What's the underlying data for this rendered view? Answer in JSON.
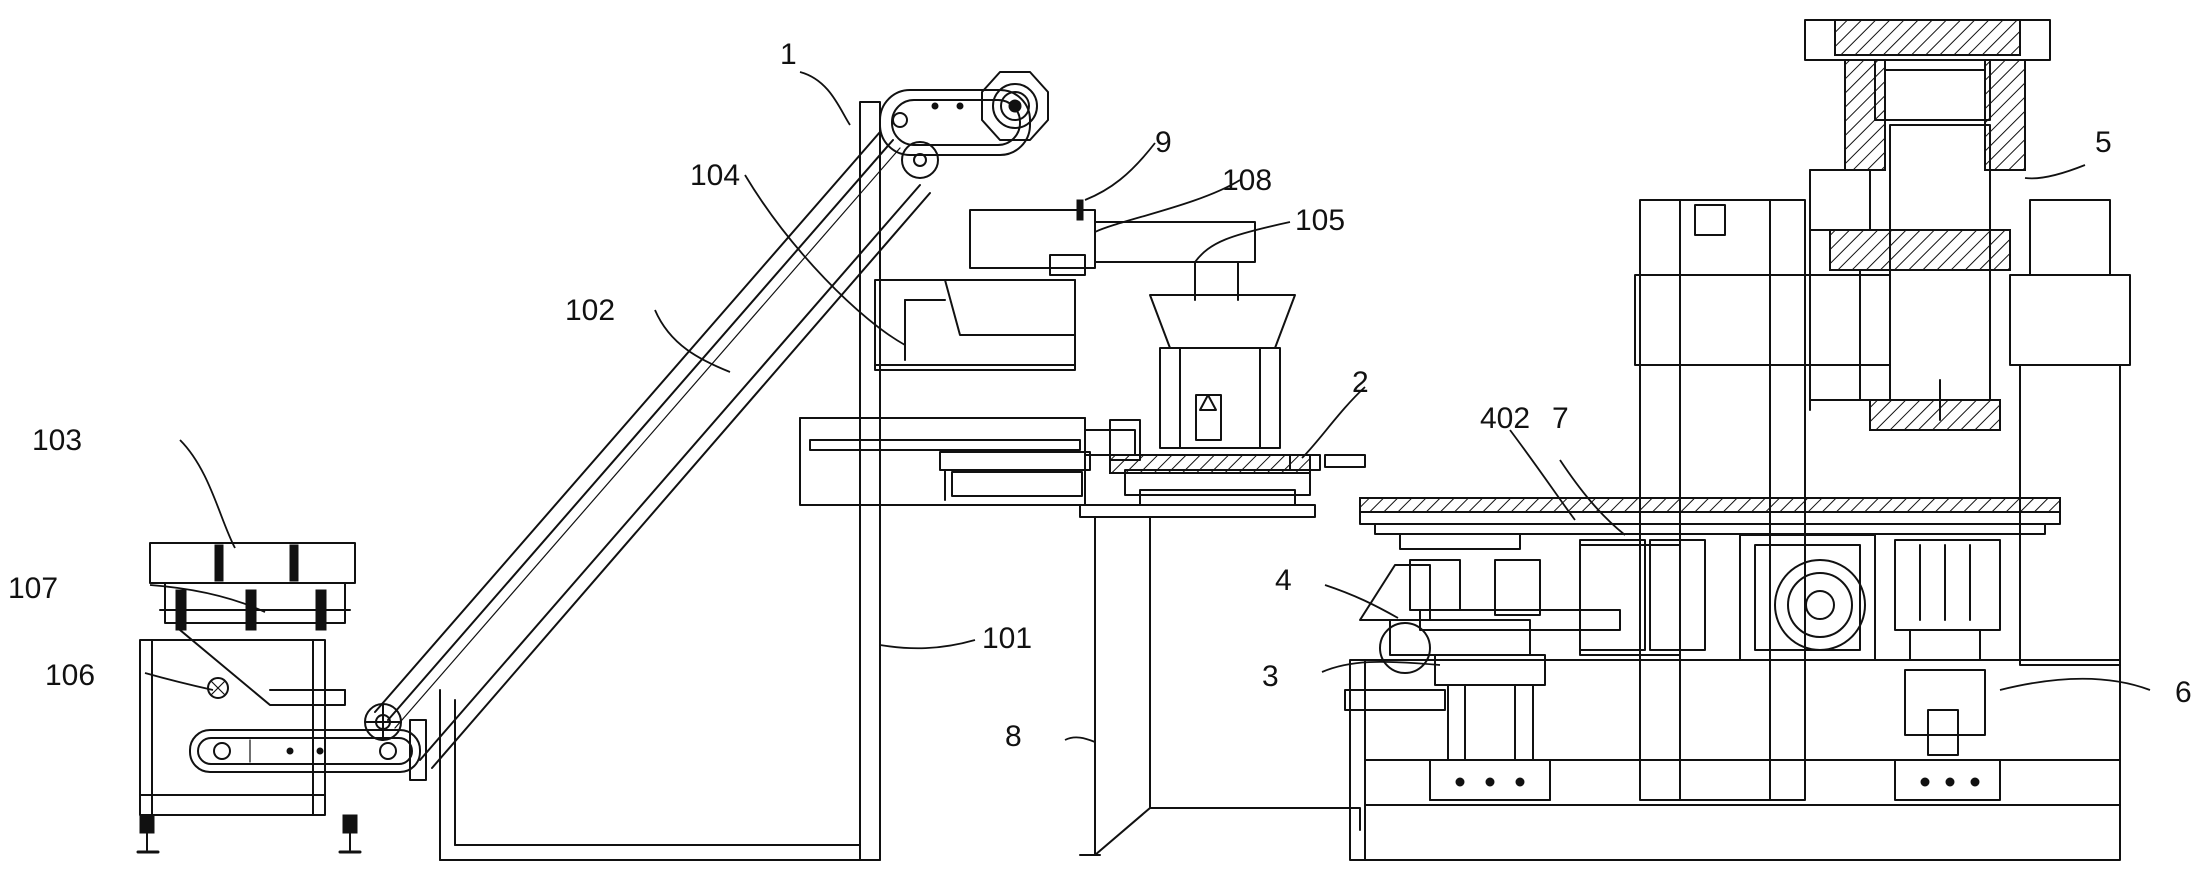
{
  "labels": {
    "l1": "1",
    "l9": "9",
    "l108": "108",
    "l104": "104",
    "l105": "105",
    "l102": "102",
    "l2": "2",
    "l402": "402",
    "l7": "7",
    "l5": "5",
    "l103": "103",
    "l107": "107",
    "l106": "106",
    "l101": "101",
    "l4": "4",
    "l3": "3",
    "l8": "8",
    "l6": "6"
  }
}
